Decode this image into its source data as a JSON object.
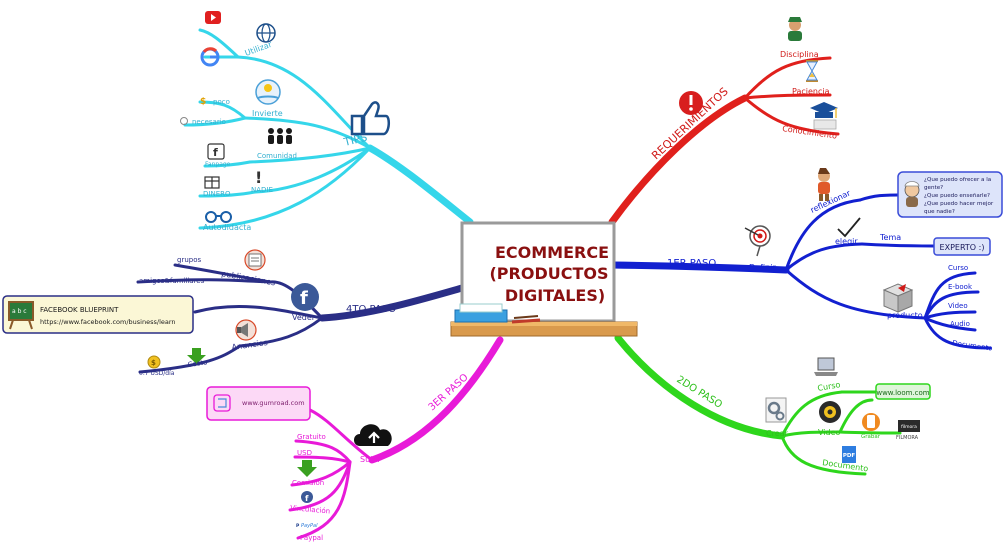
{
  "center": {
    "line1": "ECOMMERCE",
    "line2": "(PRODUCTOS",
    "line3": "DIGITALES)"
  },
  "colors": {
    "tips": "#35d6ea",
    "requerimientos": "#e0201c",
    "paso1": "#1220d0",
    "paso2": "#2ed61c",
    "paso3": "#e81ad8",
    "paso4": "#2a2e86"
  },
  "tips": {
    "title": "TIPS",
    "utilizar": "Utilizar",
    "invierte": "Invierte",
    "poco": "poco",
    "necesario": "necesario",
    "comunidad": "Comunidad",
    "fanpage": "Fanpage",
    "nadie": "NADIE",
    "dinero": "DINERO",
    "autodidacta": "Autodidacta"
  },
  "requerimientos": {
    "title": "REQUERIMIENTOS",
    "disciplina": "Disciplina",
    "paciencia": "Paciencia",
    "conocimiento": "Conocimiento"
  },
  "paso1": {
    "title": "1ER PASO",
    "definir": "Definir",
    "reflexionar": "reflexionar",
    "questions": [
      "¿Que puedo ofrecer a la",
      "gente?",
      "¿Que puedo enseñarle?",
      "¿Que puedo hacer mejor",
      "que nadie?"
    ],
    "elegir": "elegir",
    "tema": "Tema",
    "experto": "EXPERTO :)",
    "producto": "producto",
    "items": [
      "Curso",
      "E-book",
      "Video",
      "Audio",
      "Documento"
    ]
  },
  "paso2": {
    "title": "2DO PASO",
    "crear": "Crear",
    "curso": "Curso",
    "loom": "www.loom.com",
    "video": "Video",
    "grabar": "Grabar",
    "filmora": "FILMORA",
    "documento": "Documento"
  },
  "paso3": {
    "title": "3ER PASO",
    "subir": "Subir",
    "gumroad": "www.gumroad.com",
    "gratuito": "Gratuito",
    "usd": "USD",
    "comision": "Comisión",
    "vinculacion": "Vinculación",
    "paypal": "Paypal",
    "paypal_logo": "PayPal"
  },
  "paso4": {
    "title": "4TO PASO",
    "veder": "Veder",
    "publicaciones": "publicaciones",
    "grupos": "grupos",
    "amigos": "amigos&familiares",
    "anuncios": "Anuncios",
    "costo": "Costo",
    "costo_valor": "0.7 USD/día",
    "fb_title": "FACEBOOK BLUEPRINT",
    "fb_url": "https://www.facebook.com/business/learn"
  }
}
